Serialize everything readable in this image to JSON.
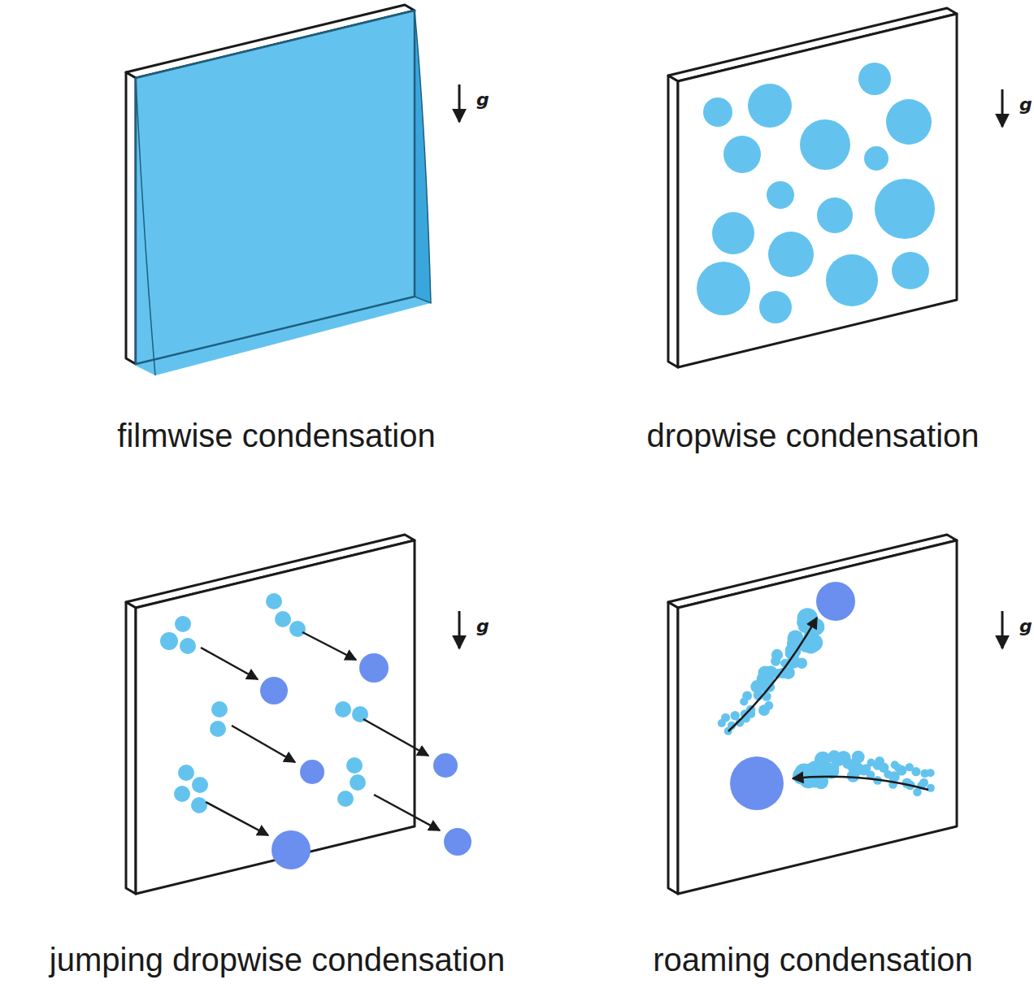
{
  "diagram": {
    "labels": [
      "g",
      "filmwise condensation",
      "g",
      "dropwise condensation",
      "g",
      "jumping dropwise condensation",
      "g",
      "roaming condensation"
    ]
  }
}
